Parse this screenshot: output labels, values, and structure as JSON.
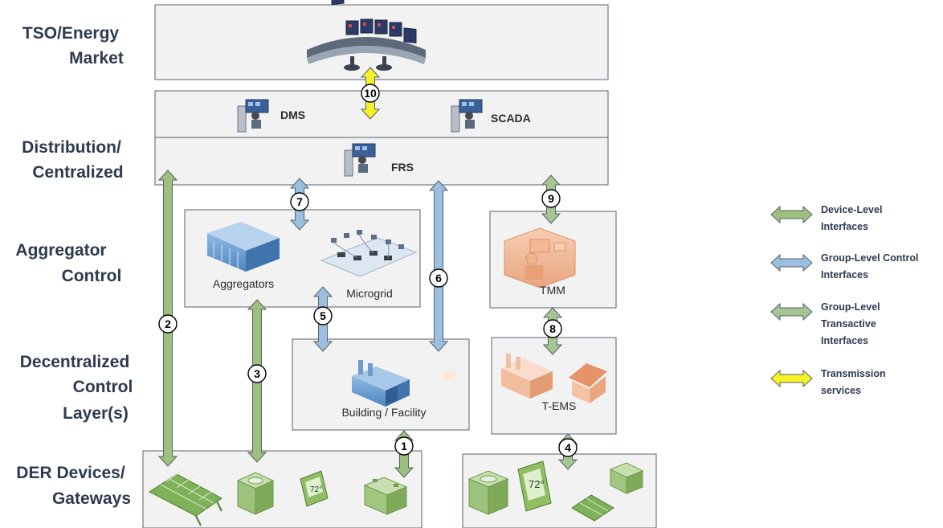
{
  "layers": {
    "tso": [
      "TSO/Energy",
      "Market"
    ],
    "distribution": [
      "Distribution/",
      "Centralized"
    ],
    "aggregator": [
      "Aggregator",
      "Control"
    ],
    "decentralized": [
      "Decentralized",
      "Control",
      "Layer(s)"
    ],
    "der": [
      "DER Devices/",
      "Gateways"
    ]
  },
  "nodes": {
    "dms": "DMS",
    "scada": "SCADA",
    "frs": "FRS",
    "aggregators": "Aggregators",
    "microgrid": "Microgrid",
    "tmm": "TMM",
    "building": "Building / Facility",
    "tems": "T-EMS",
    "thermostat": "72°"
  },
  "interfaces": [
    {
      "id": "1",
      "type": "device"
    },
    {
      "id": "2",
      "type": "device"
    },
    {
      "id": "3",
      "type": "device"
    },
    {
      "id": "4",
      "type": "transactive"
    },
    {
      "id": "5",
      "type": "control"
    },
    {
      "id": "6",
      "type": "control"
    },
    {
      "id": "7",
      "type": "control"
    },
    {
      "id": "8",
      "type": "transactive"
    },
    {
      "id": "9",
      "type": "transactive"
    },
    {
      "id": "10",
      "type": "transmission"
    }
  ],
  "legend": [
    {
      "lines": [
        "Device-Level",
        "Interfaces"
      ],
      "color": "#9dc07c"
    },
    {
      "lines": [
        "Group-Level Control",
        "Interfaces"
      ],
      "color": "#9bbfde"
    },
    {
      "lines": [
        "Group-Level",
        "Transactive",
        "Interfaces"
      ],
      "color": "#a5c592"
    },
    {
      "lines": [
        "Transmission",
        "services"
      ],
      "color": "#f6f225"
    }
  ],
  "colors": {
    "device": "#9dc07c",
    "control": "#9bbfde",
    "transactive": "#a5c592",
    "transmission": "#f6f225",
    "outline": "#56616b",
    "box_fill": "#f2f2f2"
  }
}
